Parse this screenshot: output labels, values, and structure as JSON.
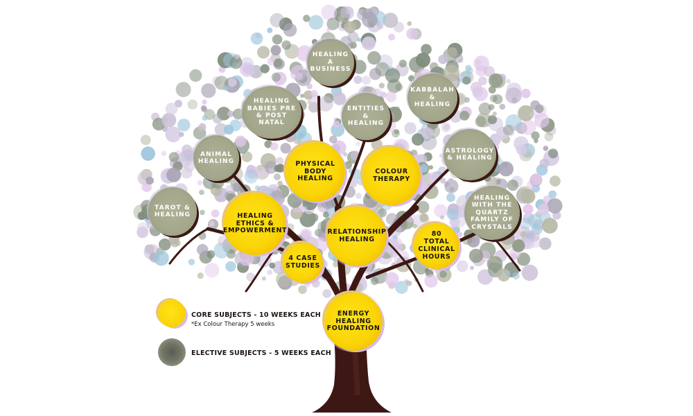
{
  "colors": {
    "core": "#fad507",
    "elective": "#a4a78b",
    "trunk": "#3d1714",
    "canopy": [
      "#c9bfd6",
      "#b8b9a6",
      "#8f9a88",
      "#e1c7ea",
      "#a9a4b5",
      "#d7cce4",
      "#9fc6dd",
      "#7f8c7e"
    ]
  },
  "core_subjects": [
    {
      "id": "physical-body-healing",
      "label": "PHYSICAL BODY HEALING"
    },
    {
      "id": "colour-therapy",
      "label": "COLOUR THERAPY"
    },
    {
      "id": "healing-ethics-empowerment",
      "label": "HEALING ETHICS & EMPOWERMENT"
    },
    {
      "id": "relationship-healing",
      "label": "RELATIONSHIP HEALING"
    },
    {
      "id": "80-total-clinical-hours",
      "label": "80 TOTAL CLINICAL HOURS"
    },
    {
      "id": "4-case-studies",
      "label": "4 CASE STUDIES"
    },
    {
      "id": "energy-healing-foundation",
      "label": "ENERGY HEALING FOUNDATION"
    }
  ],
  "elective_subjects": [
    {
      "id": "healing-a-business",
      "label": "HEALING A BUSINESS"
    },
    {
      "id": "healing-babies",
      "label": "HEALING BABIES PRE & POST NATAL"
    },
    {
      "id": "entities-healing",
      "label": "ENTITIES & HEALING"
    },
    {
      "id": "kabbalah-healing",
      "label": "KABBALAH & HEALING"
    },
    {
      "id": "animal-healing",
      "label": "ANIMAL HEALING"
    },
    {
      "id": "astrology-healing",
      "label": "ASTROLOGY & HEALING"
    },
    {
      "id": "tarot-healing",
      "label": "TAROT & HEALING"
    },
    {
      "id": "quartz-crystals",
      "label": "HEALING WITH THE QUARTZ FAMILY OF CRYSTALS"
    }
  ],
  "legend": {
    "core_label": "CORE SUBJECTS - 10 WEEKS EACH",
    "core_note": "*Ex Colour Therapy 5 weeks",
    "elective_label": "ELECTIVE SUBJECTS - 5 WEEKS EACH"
  }
}
